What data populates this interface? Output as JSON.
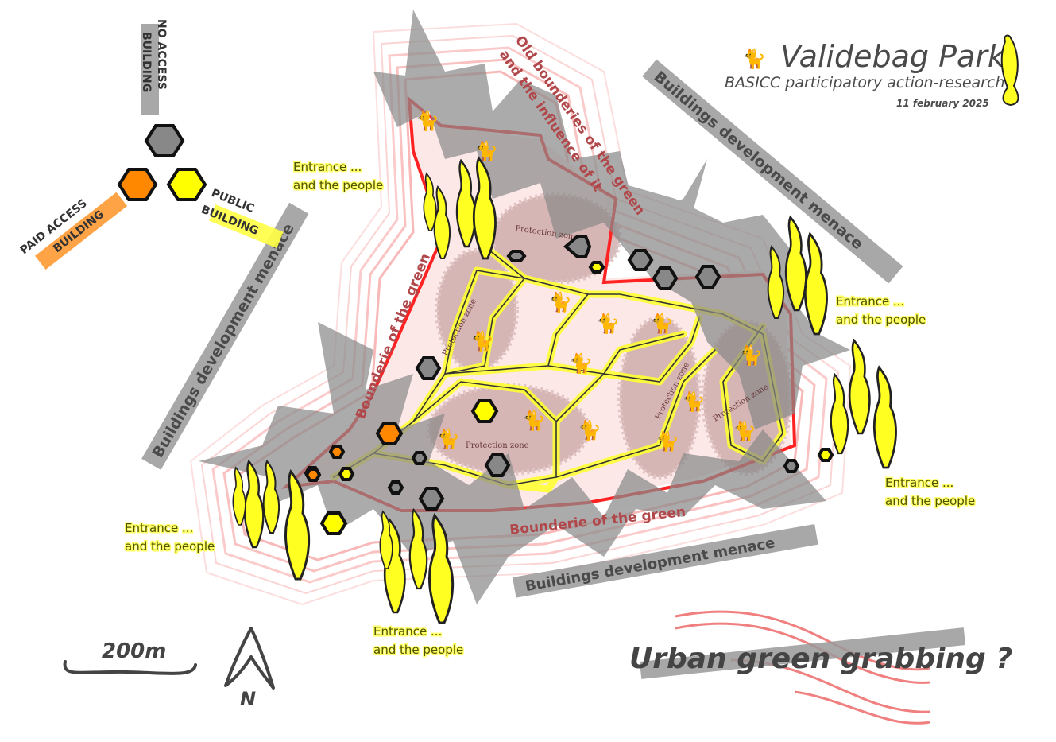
{
  "header": {
    "title": "Validebag Park",
    "subtitle": "BASICC participatory action-research",
    "date": "11 february 2025",
    "cat_icon": "cat-icon",
    "flame_icon": "flame-figure-icon"
  },
  "legend": {
    "no_access_line1": "NO ACCESS",
    "no_access_line2": "BUILDING",
    "paid_access_line1": "PAID ACCESS",
    "paid_access_line2": "BUILDING",
    "public_line1": "PUBLIC",
    "public_line2": "BUILDING",
    "colors": {
      "no_access": "#999999",
      "paid_access": "#ff8800",
      "public": "#ffff00"
    }
  },
  "labels": {
    "old_boundaries_line1": "Old bounderies of the green",
    "old_boundaries_line2": "and the influence of it",
    "menace_ne": "Buildings development menace",
    "menace_w": "Buildings development menace",
    "menace_s": "Buildings development menace",
    "boundary_w": "Bounderie of the green",
    "boundary_s": "Bounderie of the green",
    "protection_zone": "Protection zone"
  },
  "entrances": [
    {
      "line1": "Entrance ...",
      "line2": "and the people"
    },
    {
      "line1": "Entrance ...",
      "line2": "and the people"
    },
    {
      "line1": "Entrance ...",
      "line2": "and the people"
    },
    {
      "line1": "Entrance ...",
      "line2": "and the people"
    },
    {
      "line1": "Entrance ...",
      "line2": "and the people"
    }
  ],
  "scale": {
    "label": "200m"
  },
  "north": {
    "label": "N"
  },
  "question": "Urban green grabbing ?",
  "colors": {
    "boundary_red": "#ff2222",
    "halo_red": "#f7a0a0",
    "path_yellow": "#ffff00",
    "menace_gray": "#999999",
    "park_fill": "#fde8e8"
  }
}
